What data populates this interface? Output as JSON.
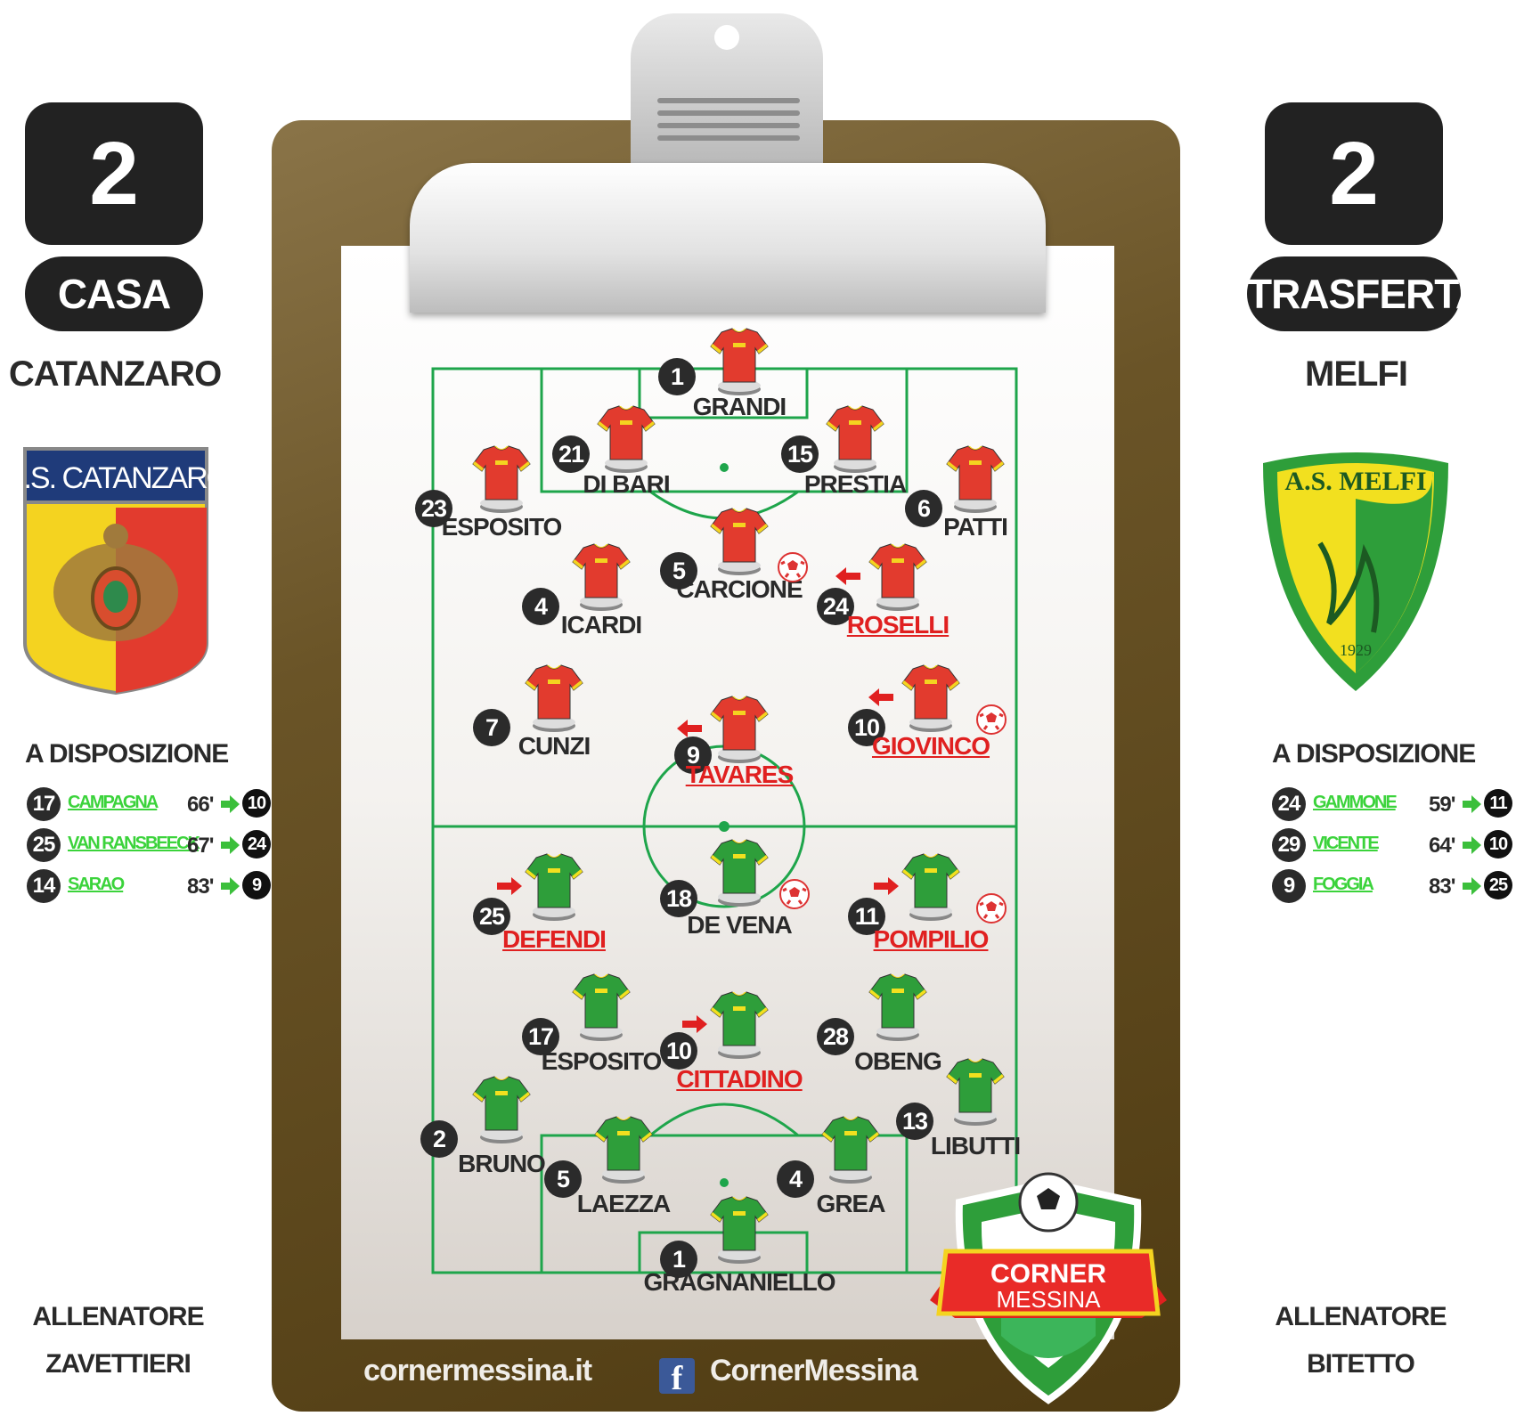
{
  "home": {
    "score": "2",
    "tag": "CASA",
    "name": "CATANZARO",
    "crest_text": "U.S. CATANZARO",
    "colors": {
      "primary": "#e23b2e",
      "secondary": "#f4d320"
    },
    "subs_title": "A DISPOSIZIONE",
    "subs": [
      {
        "num": "17",
        "name": "CAMPAGNA",
        "minute": "66'",
        "replaced": "10"
      },
      {
        "num": "25",
        "name": "VAN RANSBEECK",
        "minute": "67'",
        "replaced": "24"
      },
      {
        "num": "14",
        "name": "SARAO",
        "minute": "83'",
        "replaced": "9"
      }
    ],
    "coach_label": "ALLENATORE",
    "coach": "ZAVETTIERI"
  },
  "away": {
    "score": "2",
    "tag": "TRASFERTA",
    "name": "MELFI",
    "crest_text": "A.S. MELFI",
    "crest_year": "1929",
    "colors": {
      "primary": "#2e9e3a",
      "secondary": "#f2e01f"
    },
    "subs_title": "A DISPOSIZIONE",
    "subs": [
      {
        "num": "24",
        "name": "GAMMONE",
        "minute": "59'",
        "replaced": "11"
      },
      {
        "num": "29",
        "name": "VICENTE",
        "minute": "64'",
        "replaced": "10"
      },
      {
        "num": "9",
        "name": "FOGGIA",
        "minute": "83'",
        "replaced": "25"
      }
    ],
    "coach_label": "ALLENATORE",
    "coach": "BITETTO"
  },
  "home_players": [
    {
      "num": "1",
      "name": "GRANDI"
    },
    {
      "num": "21",
      "name": "DI BARI"
    },
    {
      "num": "15",
      "name": "PRESTIA"
    },
    {
      "num": "23",
      "name": "ESPOSITO"
    },
    {
      "num": "6",
      "name": "PATTI"
    },
    {
      "num": "5",
      "name": "CARCIONE",
      "goal": true
    },
    {
      "num": "4",
      "name": "ICARDI"
    },
    {
      "num": "24",
      "name": "ROSELLI",
      "subbed_out": true
    },
    {
      "num": "7",
      "name": "CUNZI"
    },
    {
      "num": "9",
      "name": "TAVARES",
      "subbed_out": true
    },
    {
      "num": "10",
      "name": "GIOVINCO",
      "subbed_out": true,
      "goal": true
    }
  ],
  "away_players": [
    {
      "num": "25",
      "name": "DEFENDI",
      "subbed_out": true
    },
    {
      "num": "18",
      "name": "DE VENA",
      "goal": true
    },
    {
      "num": "11",
      "name": "POMPILIO",
      "subbed_out": true,
      "goal": true
    },
    {
      "num": "17",
      "name": "ESPOSITO"
    },
    {
      "num": "10",
      "name": "CITTADINO",
      "subbed_out": true
    },
    {
      "num": "28",
      "name": "OBENG"
    },
    {
      "num": "2",
      "name": "BRUNO"
    },
    {
      "num": "13",
      "name": "LIBUTTI"
    },
    {
      "num": "5",
      "name": "LAEZZA"
    },
    {
      "num": "4",
      "name": "GREA"
    },
    {
      "num": "1",
      "name": "GRAGNANIELLO"
    }
  ],
  "logo": {
    "line1": "CORNER",
    "line2": "MESSINA"
  },
  "footer": {
    "website": "cornermessina.it",
    "facebook_icon": "f",
    "facebook": "CornerMessina"
  },
  "icons": {
    "ball": "soccer-ball-icon",
    "sub_arrow": "red-arrow-icon",
    "in_arrow": "green-arrow-icon"
  }
}
